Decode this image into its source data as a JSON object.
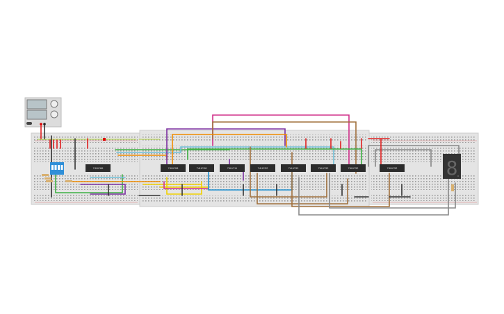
{
  "canvas": {
    "title": "Circuit editor workspace"
  },
  "power_supply": {
    "label_minus": "-",
    "label_plus": "+"
  },
  "chips": [
    {
      "label": "74HC86"
    },
    {
      "label": "74HC08"
    },
    {
      "label": "74HC08"
    },
    {
      "label": "74HC11"
    },
    {
      "label": "74HC32"
    },
    {
      "label": "74HC32"
    },
    {
      "label": "74HC32"
    },
    {
      "label": "74HC32"
    },
    {
      "label": "74HC32"
    }
  ],
  "dip_switch": {
    "label": "ON",
    "positions": [
      "1",
      "2",
      "3",
      "4"
    ]
  },
  "seven_segment": {
    "digit": "8"
  },
  "colors": {
    "red": "#e02020",
    "black": "#333333",
    "green": "#3cb043",
    "orange": "#f08c00",
    "purple": "#7b2fa0",
    "brown": "#a0703c",
    "pink": "#d0308a",
    "lightblue": "#70c0d8",
    "blue": "#1e90d0",
    "yellow": "#f0d000",
    "gray": "#888888"
  }
}
